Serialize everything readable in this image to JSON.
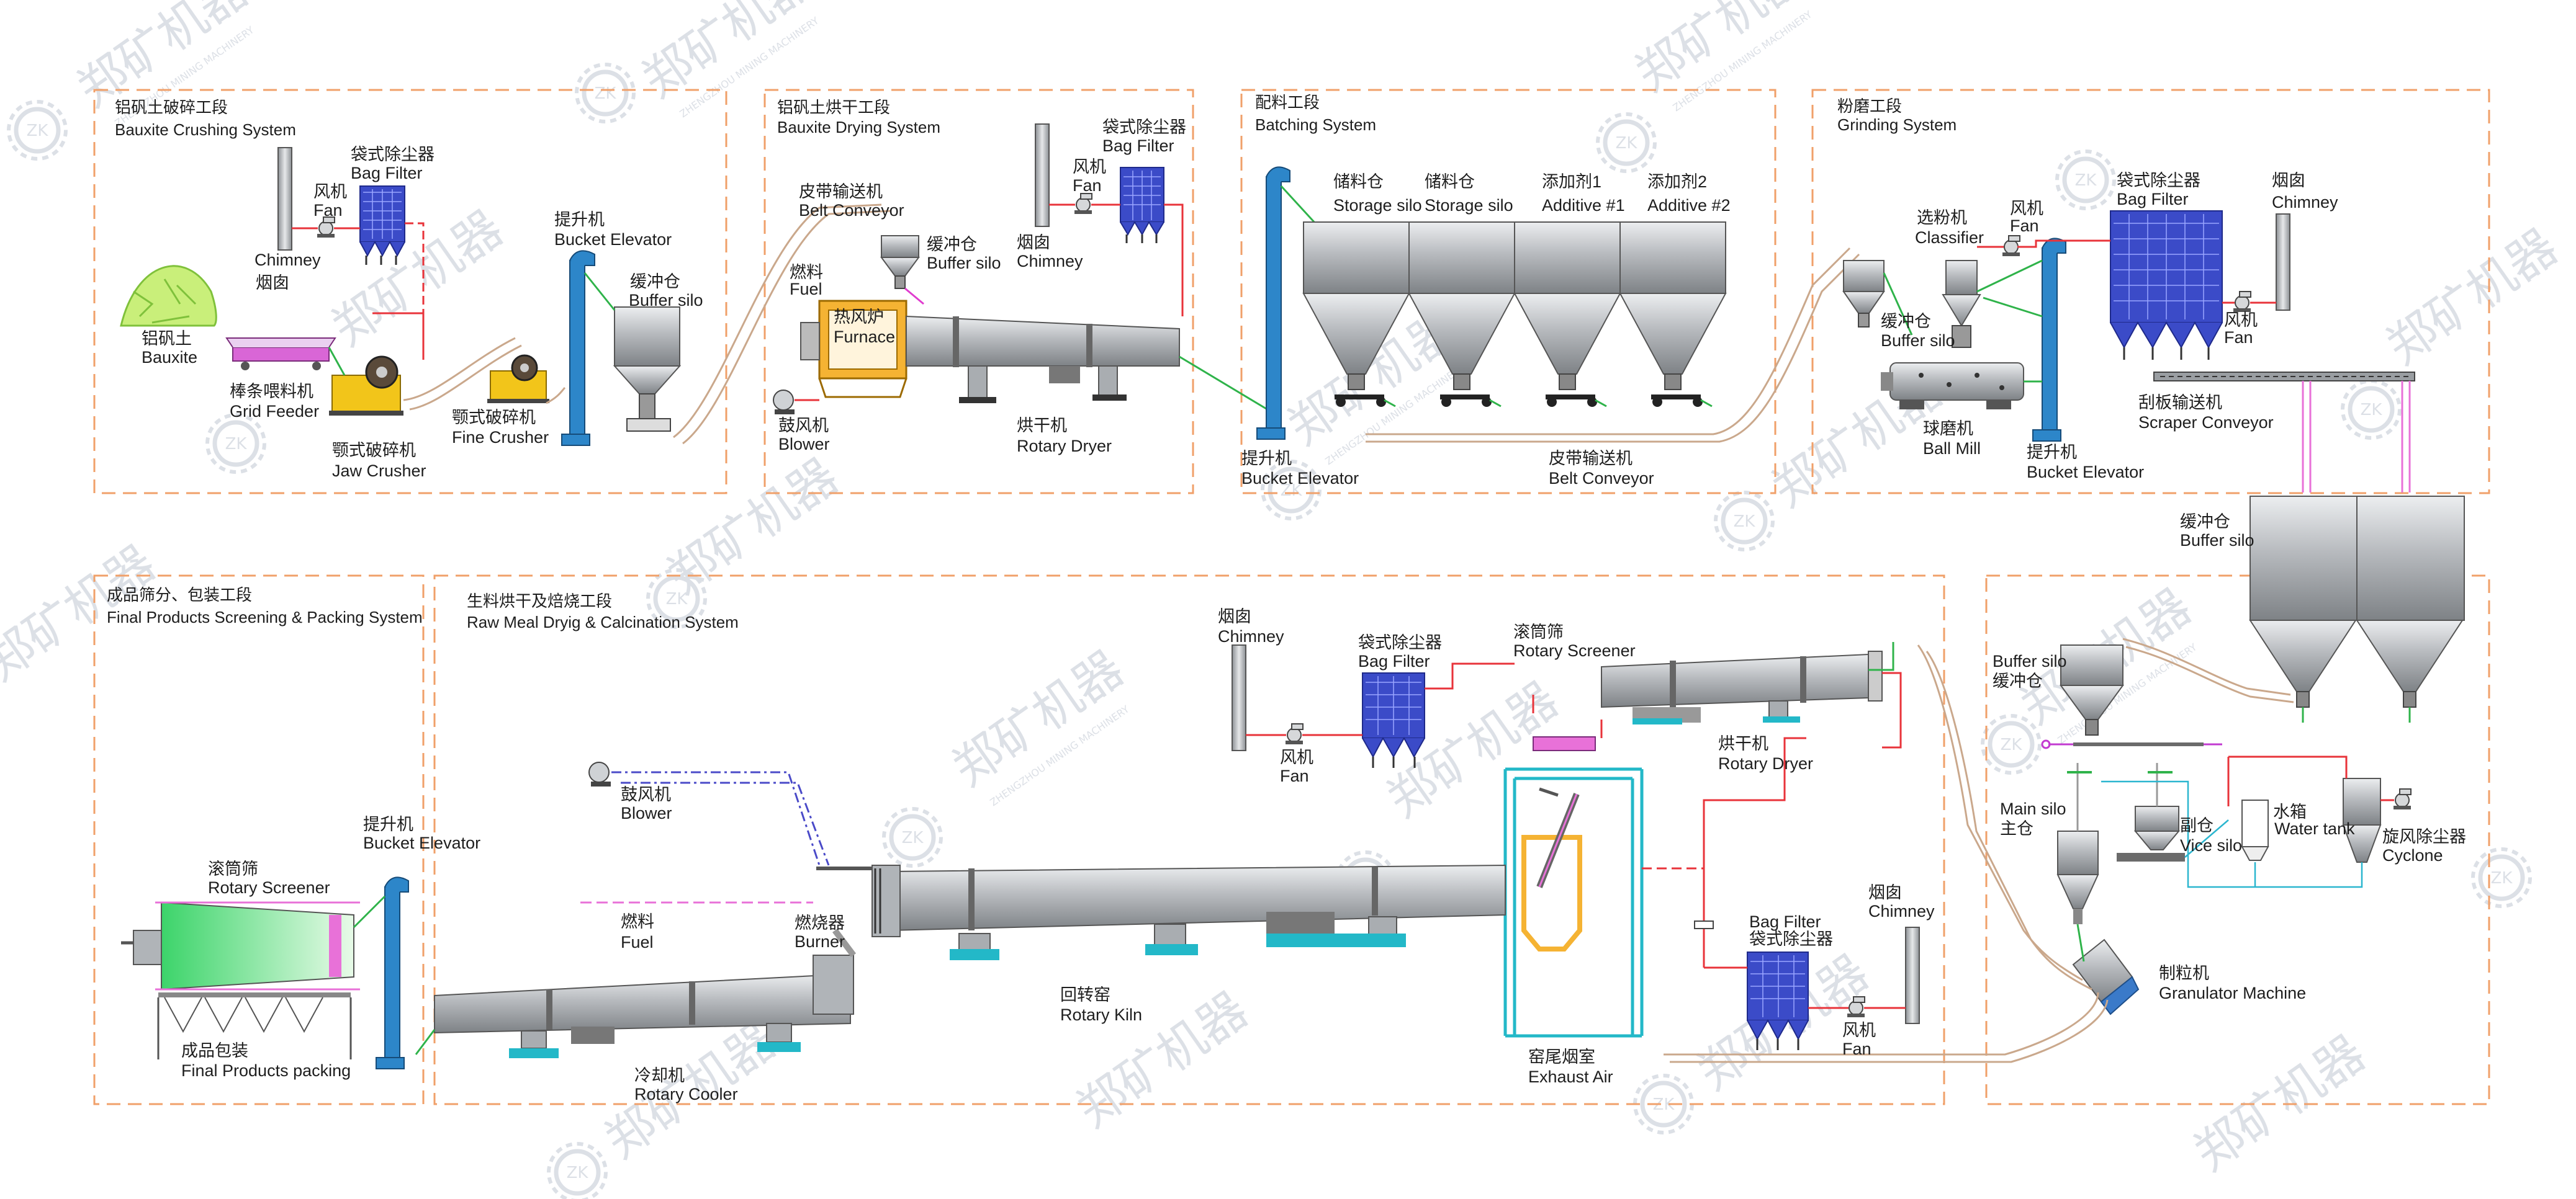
{
  "sections": {
    "crushing": {
      "zh": "铝矾土破碎工段",
      "en": "Bauxite Crushing System"
    },
    "drying": {
      "zh": "铝矾土烘干工段",
      "en": "Bauxite Drying System"
    },
    "batching": {
      "zh": "配料工段",
      "en": "Batching System"
    },
    "grinding": {
      "zh": "粉磨工段",
      "en": "Grinding System"
    },
    "packing": {
      "zh": "成品筛分、包装工段",
      "en": "Final Products Screening & Packing System"
    },
    "calcination": {
      "zh": "生料烘干及焙烧工段",
      "en": "Raw Meal Dryig & Calcination System"
    }
  },
  "labels": {
    "chimney1": {
      "en": "Chimney",
      "zh": "烟囱"
    },
    "fan1": {
      "zh": "风机",
      "en": "Fan"
    },
    "bagfilter1": {
      "zh": "袋式除尘器",
      "en": "Bag Filter"
    },
    "bauxite": {
      "zh": "铝矾土",
      "en": "Bauxite"
    },
    "gridfeeder": {
      "zh": "棒条喂料机",
      "en": "Grid Feeder"
    },
    "jawcrusher": {
      "zh": "颚式破碎机",
      "en": "Jaw Crusher"
    },
    "finecrusher": {
      "zh": "颚式破碎机",
      "en": "Fine Crusher"
    },
    "bucket1": {
      "zh": "提升机",
      "en": "Bucket Elevator"
    },
    "buffer1": {
      "zh": "缓冲仓",
      "en": "Buffer silo"
    },
    "beltconv1": {
      "zh": "皮带输送机",
      "en": "Belt Conveyor"
    },
    "buffer2": {
      "zh": "缓冲仓",
      "en": "Buffer silo"
    },
    "chimney2": {
      "zh": "烟囱",
      "en": "Chimney"
    },
    "fan2": {
      "zh": "风机",
      "en": "Fan"
    },
    "bagfilter2": {
      "zh": "袋式除尘器",
      "en": "Bag Filter"
    },
    "fuel1": {
      "zh": "燃料",
      "en": "Fuel"
    },
    "furnace": {
      "zh": "热风炉",
      "en": "Furnace"
    },
    "blower1": {
      "zh": "鼓风机",
      "en": "Blower"
    },
    "rotarydryer1": {
      "zh": "烘干机",
      "en": "Rotary Dryer"
    },
    "storage1": {
      "zh": "储料仓",
      "en": "Storage silo"
    },
    "storage2": {
      "zh": "储料仓",
      "en": "Storage silo"
    },
    "additive1": {
      "zh": "添加剂1",
      "en": "Additive #1"
    },
    "additive2": {
      "zh": "添加剂2",
      "en": "Additive #2"
    },
    "bucket2": {
      "zh": "提升机",
      "en": "Bucket Elevator"
    },
    "beltconv2": {
      "zh": "皮带输送机",
      "en": "Belt Conveyor"
    },
    "classifier": {
      "zh": "选粉机",
      "en": "Classifier"
    },
    "fan3": {
      "zh": "风机",
      "en": "Fan"
    },
    "bagfilter3": {
      "zh": "袋式除尘器",
      "en": "Bag Filter"
    },
    "chimney3": {
      "zh": "烟囱",
      "en": "Chimney"
    },
    "fan4": {
      "zh": "风机",
      "en": "Fan"
    },
    "buffer3": {
      "zh": "缓冲仓",
      "en": "Buffer silo"
    },
    "ballmill": {
      "zh": "球磨机",
      "en": "Ball Mill"
    },
    "bucket3": {
      "zh": "提升机",
      "en": "Bucket Elevator"
    },
    "scraper": {
      "zh": "刮板输送机",
      "en": "Scraper Conveyor"
    },
    "buffer4": {
      "zh": "缓冲仓",
      "en": "Buffer silo"
    },
    "bucket4": {
      "zh": "提升机",
      "en": "Bucket Elevator"
    },
    "rotaryscreener1": {
      "zh": "滚筒筛",
      "en": "Rotary Screener"
    },
    "finalpack": {
      "zh": "成品包装",
      "en": "Final Products packing"
    },
    "blower2": {
      "zh": "鼓风机",
      "en": "Blower"
    },
    "fuel2": {
      "zh": "燃料",
      "en": "Fuel"
    },
    "burner": {
      "zh": "燃烧器",
      "en": "Burner"
    },
    "rotarycooler": {
      "zh": "冷却机",
      "en": "Rotary Cooler"
    },
    "rotarykiln": {
      "zh": "回转窑",
      "en": "Rotary Kiln"
    },
    "chimney4": {
      "en": "Chimney",
      "zh": "烟囱"
    },
    "fan5": {
      "zh": "风机",
      "en": "Fan"
    },
    "bagfilter4": {
      "zh": "袋式除尘器",
      "en": "Bag Filter"
    },
    "rotaryscreener2": {
      "zh": "滚筒筛",
      "en": "Rotary Screener"
    },
    "rotarydryer2": {
      "zh": "烘干机",
      "en": "Rotary Dryer"
    },
    "exhaust": {
      "zh": "窑尾烟室",
      "en": "Exhaust Air"
    },
    "bagfilter5": {
      "en": "Bag Filter",
      "zh": "袋式除尘器"
    },
    "chimney5": {
      "zh": "烟囱",
      "en": "Chimney"
    },
    "fan6": {
      "zh": "风机",
      "en": "Fan"
    },
    "buffer5": {
      "en": "Buffer silo",
      "zh": "缓冲仓"
    },
    "mainsilo": {
      "en": "Main silo",
      "zh": "主仓"
    },
    "vicesilo": {
      "zh": "副仓",
      "en": "Vice silo"
    },
    "watertank": {
      "zh": "水箱",
      "en": "Water tank"
    },
    "cyclone": {
      "zh": "旋风除尘器",
      "en": "Cyclone"
    },
    "granulator": {
      "zh": "制粒机",
      "en": "Granulator Machine"
    }
  },
  "watermark": {
    "zh": "郑矿机器",
    "en": "ZHENGZHOU MINING MACHINERY",
    "logo": "ZK"
  },
  "colors": {
    "section_border": "#f0a06a",
    "equipment_gray": "#b9bcc0",
    "elevator_blue": "#2d86c9",
    "bag_filter_blue": "#3b4bc8",
    "air_pipe_red": "#e8333a",
    "material_pipe": "#caa88c",
    "feed_green": "#2fb34a",
    "support_cyan": "#23b8c8",
    "furnace_orange": "#f5b333"
  }
}
